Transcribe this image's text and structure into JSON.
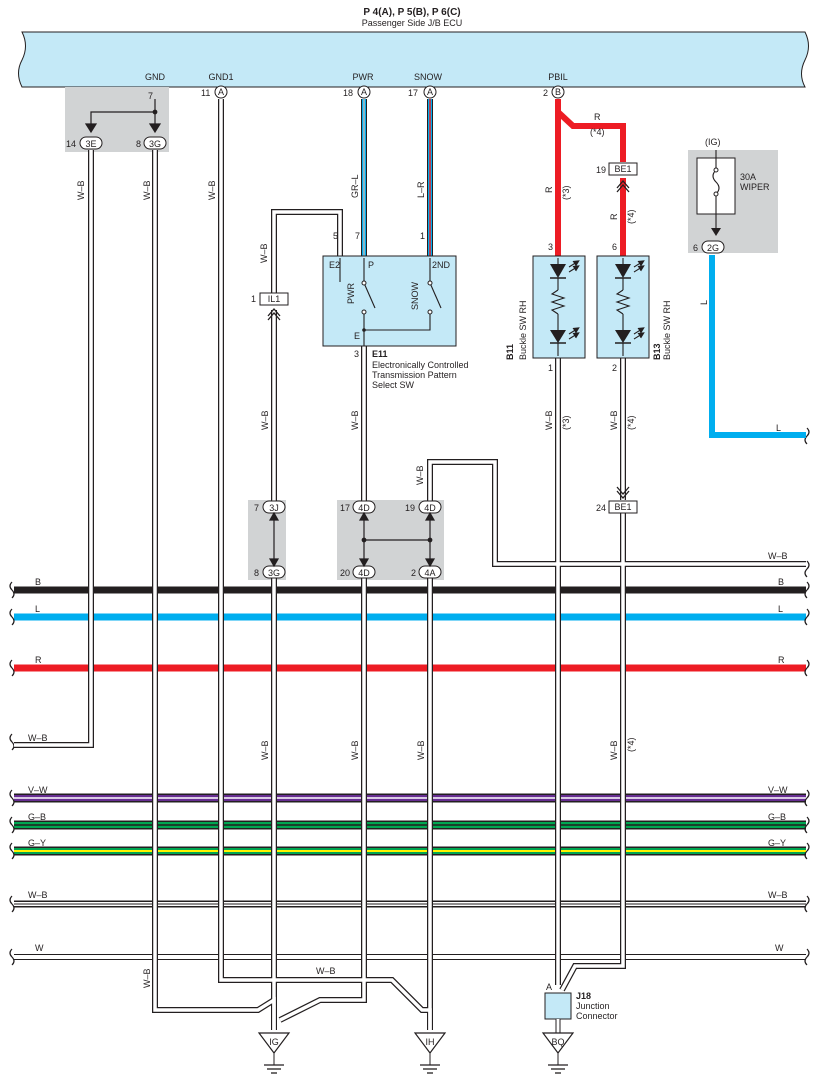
{
  "ecu": {
    "title": "P 4(A), P 5(B), P 6(C)",
    "subtitle": "Passenger Side J/B ECU",
    "terminals": [
      {
        "name": "GND",
        "pin": "7"
      },
      {
        "name": "GND1",
        "pin": "11",
        "conn": "A"
      },
      {
        "name": "PWR",
        "pin": "18",
        "conn": "A"
      },
      {
        "name": "SNOW",
        "pin": "17",
        "conn": "A"
      },
      {
        "name": "PBIL",
        "pin": "2",
        "conn": "B"
      }
    ]
  },
  "connectors": {
    "c14_3E": {
      "pin": "14",
      "id": "3E"
    },
    "c8_3G_top": {
      "pin": "8",
      "id": "3G"
    },
    "c1_IL1": {
      "pin": "1",
      "id": "IL1"
    },
    "c7_3J": {
      "pin": "7",
      "id": "3J"
    },
    "c8_3G": {
      "pin": "8",
      "id": "3G"
    },
    "c17_4D": {
      "pin": "17",
      "id": "4D"
    },
    "c19_4D": {
      "pin": "19",
      "id": "4D"
    },
    "c20_4D": {
      "pin": "20",
      "id": "4D"
    },
    "c2_4A": {
      "pin": "2",
      "id": "4A"
    },
    "c19_BE1": {
      "pin": "19",
      "id": "BE1"
    },
    "c24_BE1": {
      "pin": "24",
      "id": "BE1"
    },
    "c6_2G": {
      "pin": "6",
      "id": "2G"
    }
  },
  "switch_e11": {
    "code": "E11",
    "desc": [
      "Electronically Controlled",
      "Transmission Pattern",
      "Select SW"
    ],
    "labels": {
      "e2": "E2",
      "p": "P",
      "snd": "2ND",
      "pwr": "PWR",
      "snow": "SNOW",
      "e": "E"
    },
    "pins": {
      "p5": "5",
      "p7": "7",
      "p1": "1",
      "p3": "3"
    }
  },
  "buckle_b11": {
    "code": "B11",
    "desc": "Buckle SW RH",
    "pin_top": "3",
    "pin_bottom": "1"
  },
  "buckle_b13": {
    "code": "B13",
    "desc": "Buckle SW RH",
    "pin_top": "6",
    "pin_bottom": "2"
  },
  "fuse": {
    "group": "(IG)",
    "rating": "30A",
    "name": "WIPER"
  },
  "junction": {
    "code": "J18",
    "desc": [
      "Junction",
      "Connector"
    ],
    "pin": "A"
  },
  "grounds": [
    "IG",
    "IH",
    "BQ"
  ],
  "wire_labels": {
    "wb": "W–B",
    "grl": "GR–L",
    "lr": "L–R",
    "r": "R",
    "l": "L",
    "b": "B",
    "w": "W",
    "vw": "V–W",
    "gb": "G–B",
    "gy": "G–Y",
    "note3": "(*3)",
    "note4": "(*4)"
  },
  "colors": {
    "black": "#231f20",
    "blue": "#00aeef",
    "red": "#ed1c24",
    "purple": "#662d91",
    "green": "#00a651",
    "yellow": "#fff200",
    "white_wire": "#ffffff",
    "ecu_fill": "#c4e9f7",
    "gray_box": "#d1d3d4"
  }
}
